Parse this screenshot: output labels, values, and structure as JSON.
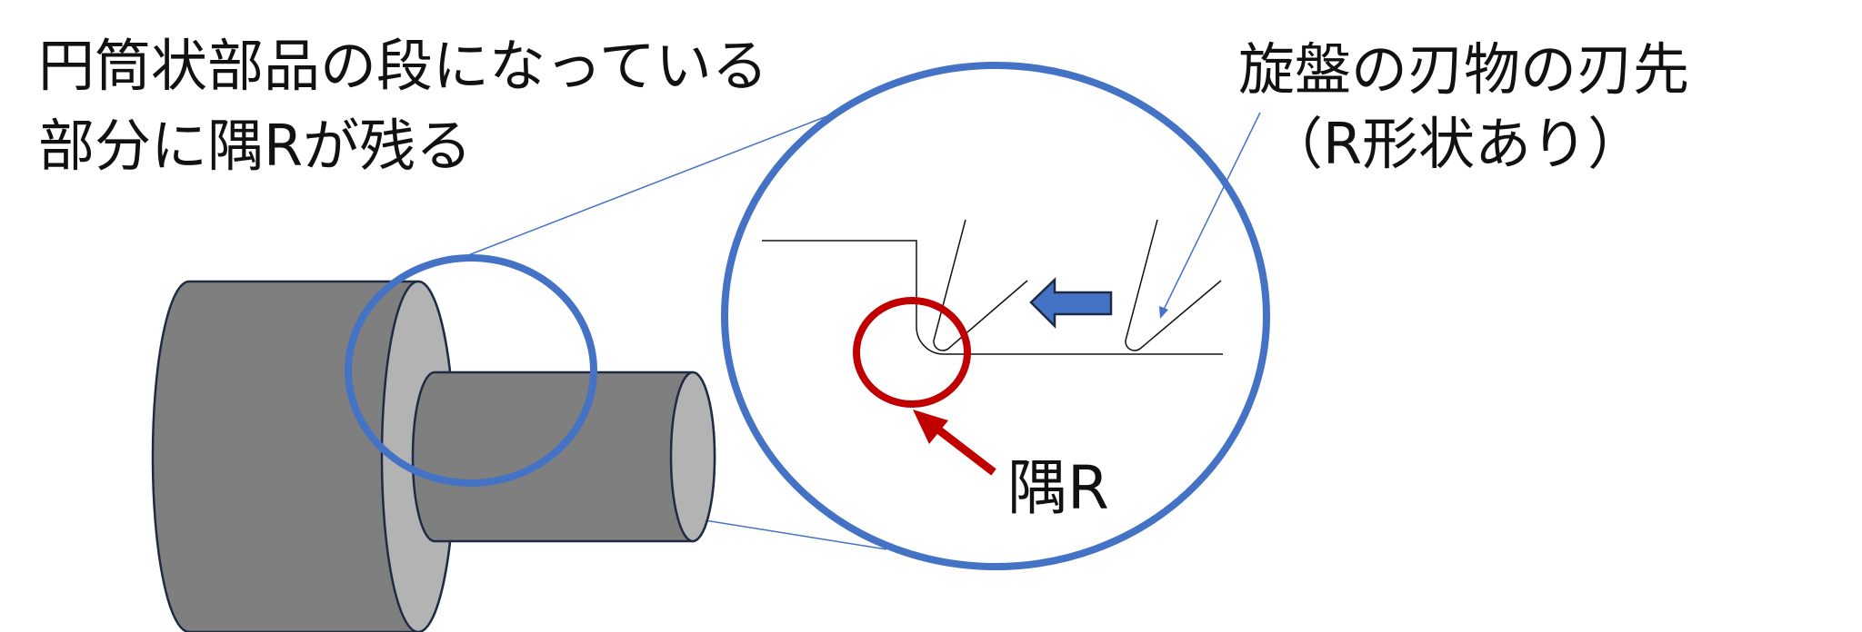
{
  "labels": {
    "left_line1": "円筒状部品の段になっている",
    "left_line2": "部分に隅Rが残る",
    "right_line1": "旋盤の刃物の刃先",
    "right_line2": "（R形状あり）",
    "corner_r": "隅R"
  },
  "colors": {
    "zoom_ring": "#4472C4",
    "highlight_ring": "#C00000",
    "part_body": "#7F7F7F",
    "part_face": "#B3B3B3",
    "outline": "#1F2A44",
    "feed_arrow": "#4472C4",
    "text": "#111111"
  }
}
